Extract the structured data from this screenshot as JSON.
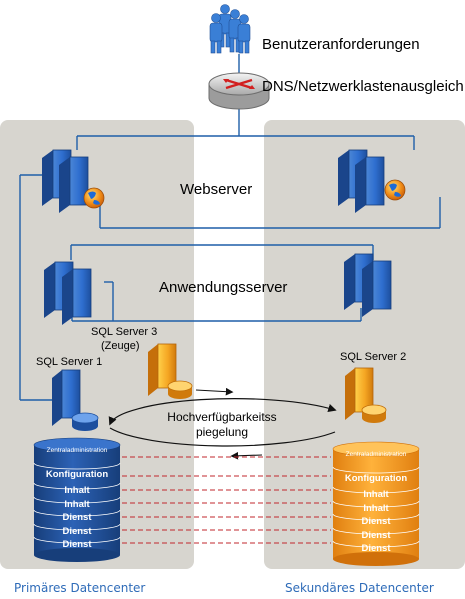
{
  "nodes": {
    "users": "Benutzeranforderungen",
    "dns": "DNS/Netzwerklastenausgleich",
    "web": "Webserver",
    "app": "Anwendungsserver",
    "sql3_line1": "SQL Server 3",
    "sql3_line2": "(Zeuge)",
    "sql1": "SQL Server 1",
    "sql2": "SQL Server 2",
    "mirror_line1": "Hochverfügbarkeitss",
    "mirror_line2": "piegelung"
  },
  "datacenters": {
    "primary": "Primäres Datencenter",
    "secondary": "Sekundäres Datencenter"
  },
  "databases": {
    "header": "Zentraladministration",
    "rows": [
      "Konfiguration",
      "Inhalt",
      "Inhalt",
      "Dienst",
      "Dienst",
      "Dienst"
    ]
  },
  "colors": {
    "panel": "#d7d5cf",
    "line_blue": "#1f5fa8",
    "db_primary": "#1e4f96",
    "db_secondary": "#f39a1a",
    "replication_dash": "#c0272d"
  }
}
